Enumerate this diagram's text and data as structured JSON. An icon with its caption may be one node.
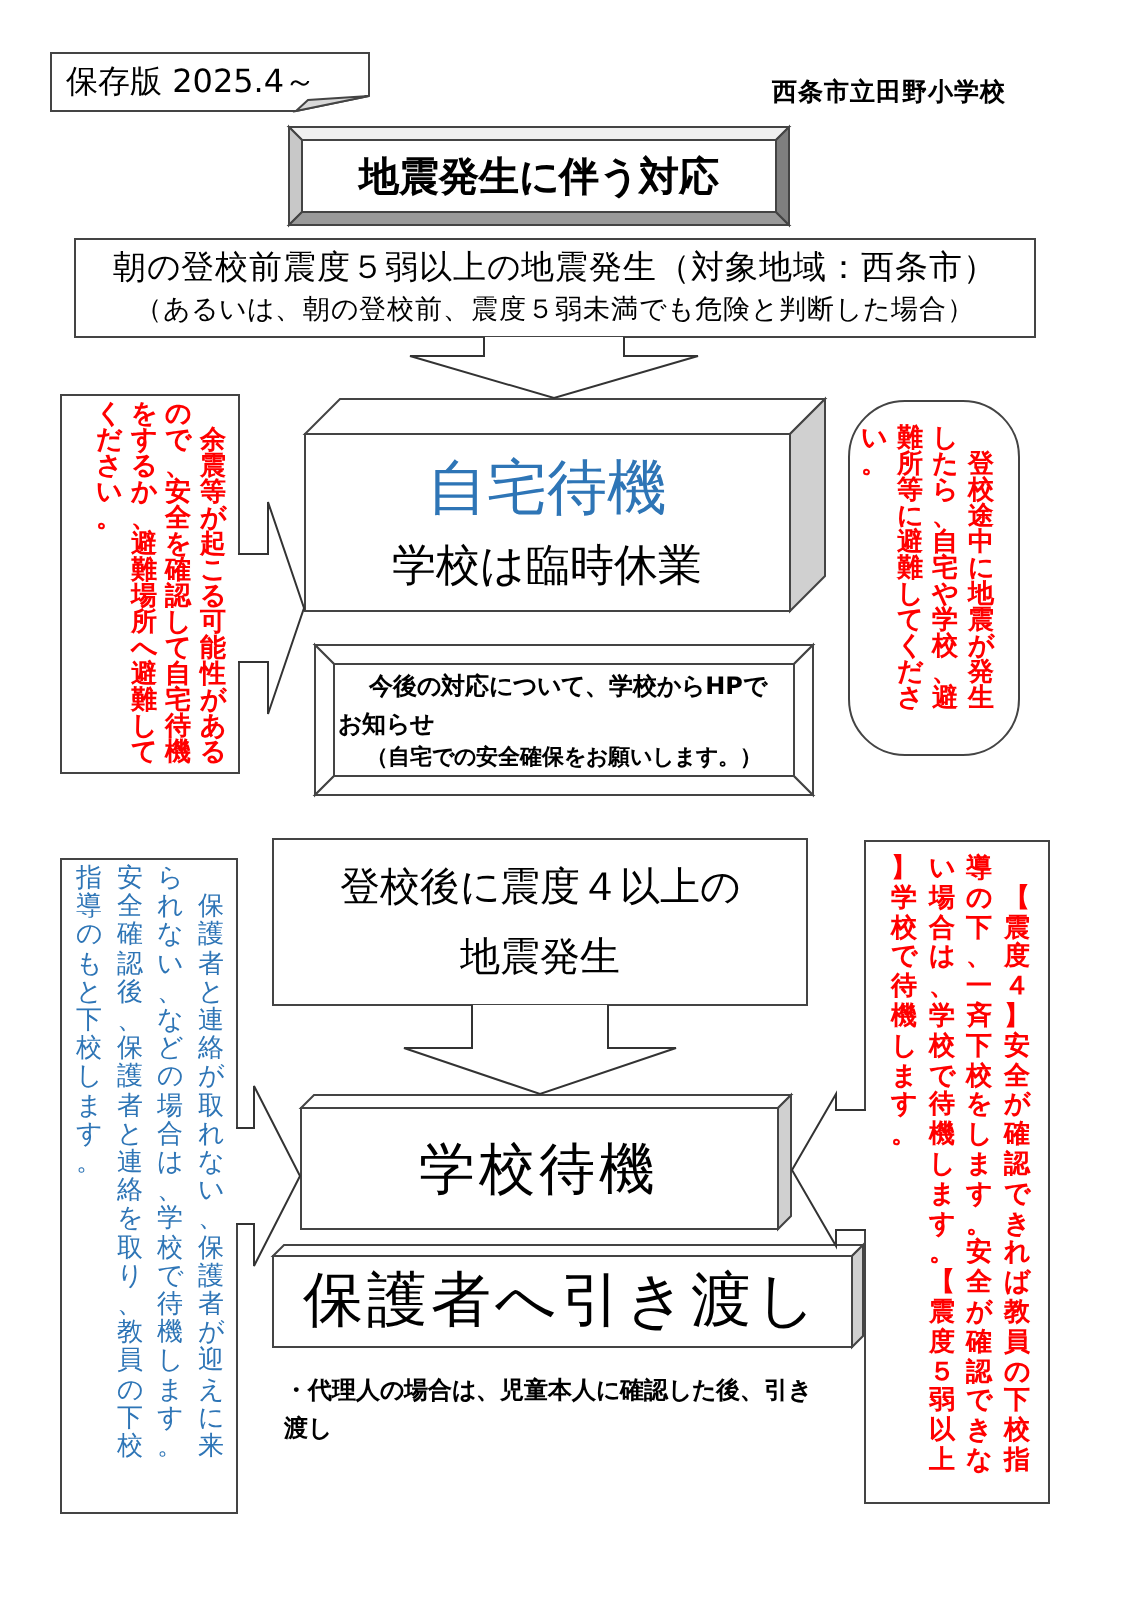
{
  "diagram": {
    "nodes": [
      {
        "text": [
          "保存版 2025.4～"
        ]
      },
      {
        "text": [
          "地震発生に伴う対応"
        ]
      },
      {
        "text": [
          "朝の登校前震度５弱以上の地震発生（対象地域：西条市）",
          "（あるいは、朝の登校前、震度５弱未満でも危険と判断した場合）"
        ]
      },
      {
        "text": [
          "自宅待機",
          "学校は臨時休業"
        ]
      },
      {
        "text": [
          "今後の対応について、学校からHPでお知らせ",
          "（自宅での安全確保をお願いします。）"
        ]
      },
      {
        "text": [
          "余震等が起こる可能性があるので、安全を確認して自宅待機をするか、避難場所へ避難してください。"
        ]
      },
      {
        "text": [
          "登校途中に地震が発生したら、自宅や学校、避難所等に避難してください。"
        ]
      },
      {
        "text": [
          "登校後に震度４以上の地震発生"
        ]
      },
      {
        "text": [
          "学校待機"
        ]
      },
      {
        "text": [
          "保護者と連絡が取れない、保護者が迎えに来られない、などの場合は、学校で待機します。安全確認後、保護者と連絡を取り、教員の下校指導のもと下校します。"
        ]
      },
      {
        "text": [
          "【震度４】安全が確認できれば教員の下校指導の下、一斉下校をします。安全が確認できない場合は、学校で待機します。【震度５弱以上】学校で待機します。"
        ]
      },
      {
        "text": [
          "保護者へ引き渡し"
        ],
        "beside": [
          "・代理人の場合は、児童本人に確認した後、引き渡し"
        ]
      }
    ],
    "edges": [
      {
        "from": 2,
        "to": 3,
        "arrow": "to"
      },
      {
        "from": 5,
        "to": 3,
        "arrow": "to"
      },
      {
        "from": 7,
        "to": 8,
        "arrow": "to"
      },
      {
        "from": 9,
        "to": 8,
        "arrow": "to"
      },
      {
        "from": 10,
        "to": 8,
        "arrow": "to"
      }
    ],
    "labels": [
      "西条市立田野小学校"
    ]
  }
}
